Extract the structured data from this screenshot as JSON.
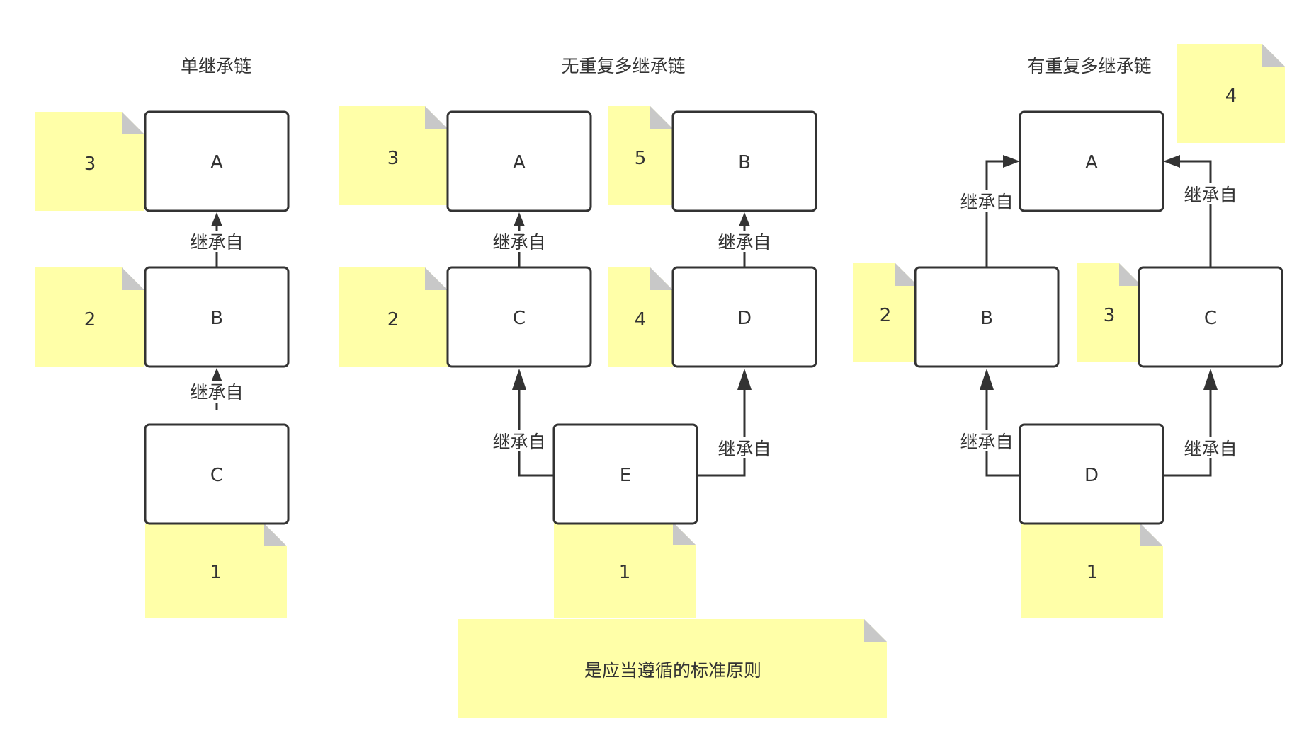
{
  "titles": {
    "single": "单继承链",
    "multi_no_repeat": "无重复多继承链",
    "multi_repeat": "有重复多继承链"
  },
  "edge_label": "继承自",
  "single": {
    "nodes": {
      "A": "A",
      "B": "B",
      "C": "C"
    },
    "order": {
      "A": "3",
      "B": "2",
      "C": "1"
    }
  },
  "multi_no_repeat": {
    "nodes": {
      "A": "A",
      "B": "B",
      "C": "C",
      "D": "D",
      "E": "E"
    },
    "order": {
      "A": "3",
      "B": "5",
      "C": "2",
      "D": "4",
      "E": "1"
    }
  },
  "multi_repeat": {
    "nodes": {
      "A": "A",
      "B": "B",
      "C": "C",
      "D": "D"
    },
    "order": {
      "A": "4",
      "B": "2",
      "C": "3",
      "D": "1"
    }
  },
  "principle_note": "是应当遵循的标准原则",
  "colors": {
    "note_fill": "#ffffa8",
    "note_fold": "#c8c8c8",
    "stroke": "#333333"
  }
}
